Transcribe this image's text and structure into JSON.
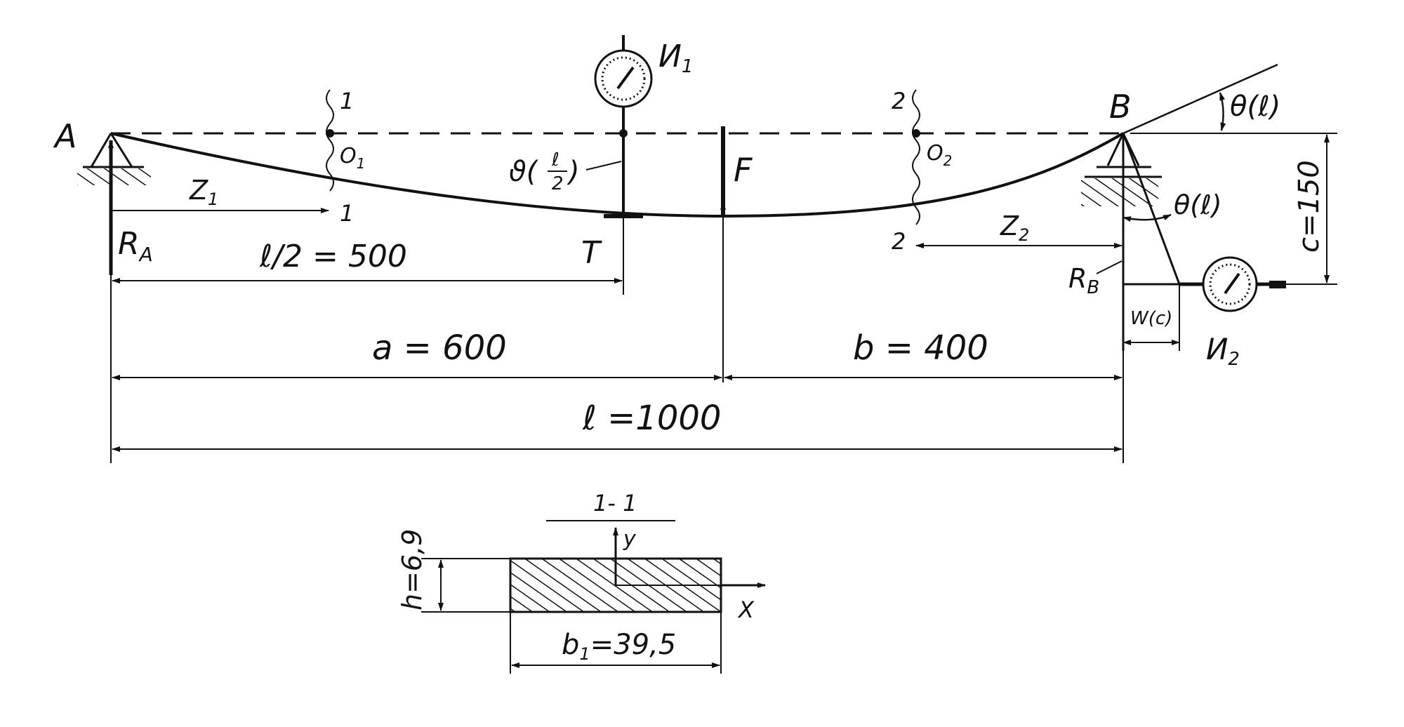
{
  "beam": {
    "support_a_label": "A",
    "support_b_label": "B",
    "reaction_a_label": "R",
    "reaction_a_sub": "A",
    "reaction_b_label": "R",
    "reaction_b_sub": "B",
    "load_label": "F",
    "point_t_label": "T",
    "gauge1_label": "И",
    "gauge1_sub": "1",
    "gauge2_label": "И",
    "gauge2_sub": "2",
    "section1_top": "1",
    "section1_bottom": "1",
    "section2_top": "2",
    "section2_bottom": "2",
    "origin1_label": "O",
    "origin1_sub": "1",
    "origin2_label": "O",
    "origin2_sub": "2",
    "z1_label": "Z",
    "z1_sub": "1",
    "z2_label": "Z",
    "z2_sub": "2",
    "deflection_prefix": "ϑ(",
    "deflection_num": "ℓ",
    "deflection_den": "2",
    "deflection_suffix": ")",
    "slope_label_top": "θ(ℓ)",
    "slope_label_mid": "θ(ℓ)",
    "wc_label": "W(c)",
    "c_dim": "c=150",
    "half_span_dim": "ℓ/2 = 500",
    "a_dim": "a = 600",
    "b_dim": "b = 400",
    "l_dim": "ℓ =1000"
  },
  "section": {
    "title": "1- 1",
    "y_label": "y",
    "x_label": "X",
    "h_dim": "h=6,9",
    "b1_label": "b",
    "b1_sub": "1",
    "b1_value": "=39,5"
  }
}
